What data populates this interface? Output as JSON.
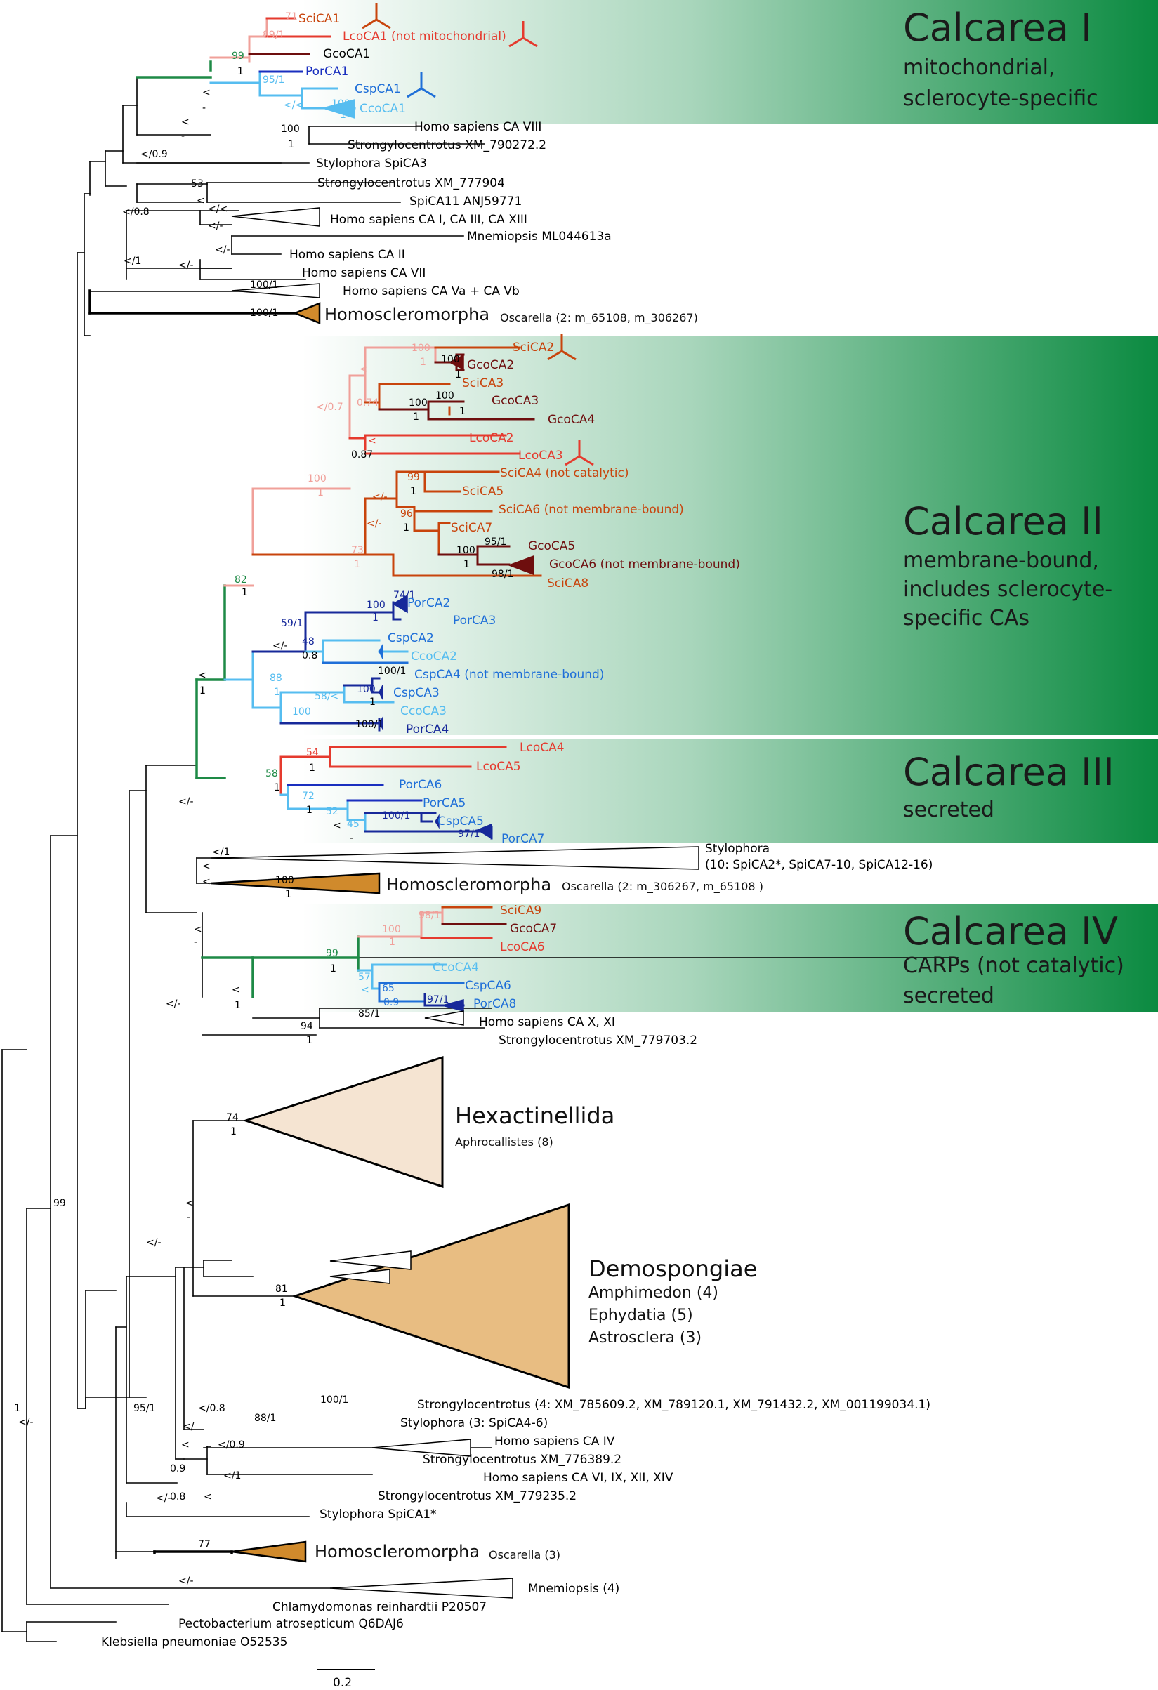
{
  "colors": {
    "black": "#000000",
    "red": "#e53a2e",
    "pink": "#f0a09a",
    "orange": "#c8440c",
    "darkred": "#6e0e0e",
    "blue": "#1a2fbf",
    "lightblue": "#56bdf0",
    "midblue": "#1f6fd8",
    "navy": "#17299a",
    "green": "#1e8a46",
    "tan": "#d08a2c",
    "pale": "#f5e4d2",
    "demo": "#e8bd82",
    "band": "#0a8a40"
  },
  "bands": [
    {
      "title": "Calcarea I",
      "desc": [
        "mitochondrial,",
        "sclerocyte-specific"
      ]
    },
    {
      "title": "Calcarea II",
      "desc": [
        "membrane-bound,",
        "includes sclerocyte-",
        "specific CAs"
      ]
    },
    {
      "title": "Calcarea III",
      "desc": [
        "secreted"
      ]
    },
    {
      "title": "Calcarea IV",
      "desc": [
        "CARPs (not catalytic)",
        "secreted"
      ]
    }
  ],
  "leaves": [
    "SciCA1",
    "LcoCA1 (not mitochondrial)",
    "GcoCA1",
    "PorCA1",
    "CspCA1",
    "CcoCA1",
    "Homo sapiens  CA VIII",
    "Strongylocentrotus  XM_790272.2",
    "Stylophora  SpiCA3",
    "Strongylocentrotus  XM_777904",
    "SpiCA11 ANJ59771",
    "Homo sapiens   CA I, CA III, CA XIII",
    "Mnemiopsis  ML044613a",
    "Homo sapiens   CA II",
    "Homo sapiens   CA VII",
    "Homo sapiens   CA Va + CA Vb",
    "SciCA2",
    "GcoCA2",
    "SciCA3",
    "GcoCA3",
    "GcoCA4",
    "LcoCA2",
    "LcoCA3",
    "SciCA4 (not catalytic)",
    "SciCA5",
    "SciCA6 (not membrane-bound)",
    "SciCA7",
    "GcoCA5",
    "GcoCA6 (not membrane-bound)",
    "SciCA8",
    "PorCA2",
    "PorCA3",
    "CspCA2",
    "CcoCA2",
    "CspCA4 (not membrane-bound)",
    "CspCA3",
    "CcoCA3",
    "PorCA4",
    "LcoCA4",
    "LcoCA5",
    "PorCA6",
    "PorCA5",
    "CspCA5",
    "PorCA7",
    "Stylophora",
    "(10: SpiCA2*, SpiCA7-10, SpiCA12-16)",
    "SciCA9",
    "GcoCA7",
    "LcoCA6",
    "CcoCA4",
    "CspCA6",
    "PorCA8",
    "Homo sapiens   CA X, XI",
    "Strongylocentrotus   XM_779703.2",
    "Strongylocentrotus   (4: XM_785609.2, XM_789120.1, XM_791432.2, XM_001199034.1)",
    "Stylophora   (3: SpiCA4-6)",
    "Homo sapiens   CA IV",
    "Strongylocentrotus   XM_776389.2",
    "Homo sapiens   CA VI, IX, XII, XIV",
    "Strongylocentrotus   XM_779235.2",
    "Stylophora   SpiCA1*",
    "Mnemiopsis   (4)",
    "Chlamydomonas reinhardtii P20507",
    "Pectobacterium atrosepticum   Q6DAJ6",
    "Klebsiella pneumoniae    O52535"
  ],
  "clades": {
    "homo1": {
      "name": "Homoscleromorpha",
      "sub": "Oscarella   (2: m_65108, m_306267)"
    },
    "homo2": {
      "name": "Homoscleromorpha",
      "sub": "Oscarella   (2:  m_306267, m_65108  )"
    },
    "homo3": {
      "name": "Homoscleromorpha",
      "sub": "Oscarella   (3)"
    },
    "hexa": {
      "name": "Hexactinellida",
      "sub": "Aphrocallistes   (8)"
    },
    "demo": {
      "name": "Demospongiae",
      "sub": [
        "Amphimedon  (4)",
        "Ephydatia   (5)",
        "Astrosclera   (3)"
      ]
    }
  },
  "support": [
    "71",
    "89/1",
    "99",
    "1",
    "95/1",
    "100",
    "1",
    "</<",
    "<",
    "-",
    "<",
    "-",
    "100",
    "1",
    "</0.9",
    "53",
    "<",
    "</0.8",
    "</<",
    "</-",
    "</-",
    "</-",
    "</1",
    "100/1",
    "100/1",
    "100",
    "1",
    "100",
    "1",
    "<",
    "0.74",
    "100",
    "100",
    "1",
    "1",
    "</0.7",
    "<",
    "0.87",
    "100",
    "1",
    "99",
    "1",
    "</-",
    "96",
    "1",
    "</-",
    "95/1",
    "100",
    "1",
    "98/1",
    "73",
    "1",
    "82",
    "1",
    "74/1",
    "100",
    "1",
    "59/1",
    "</-",
    "48",
    "0.8",
    "100/1",
    "88",
    "1",
    "58/<",
    "100",
    "1",
    "100",
    "100/1",
    "<",
    "1",
    "54",
    "1",
    "58",
    "1",
    "72",
    "1",
    "52",
    "<",
    "45",
    "-",
    "100/1",
    "97/1",
    "</-",
    "</1",
    "<",
    "100",
    "1",
    "<",
    "<",
    "-",
    "98/1",
    "100",
    "1",
    "99",
    "1",
    "57",
    "<",
    "65",
    "0.9",
    "97/1",
    "<",
    "1",
    "</-",
    "85/1",
    "94",
    "1",
    "74",
    "1",
    "<",
    "-",
    "81",
    "1",
    "</-",
    "100/1",
    "</0.8",
    "88/1",
    "</",
    "</0.9",
    "<",
    "</1",
    "0.9",
    "<",
    "0.8",
    "</-",
    "95/1",
    "77",
    "</-",
    "99",
    "1",
    "</-"
  ],
  "scale": {
    "label": "0.2"
  }
}
